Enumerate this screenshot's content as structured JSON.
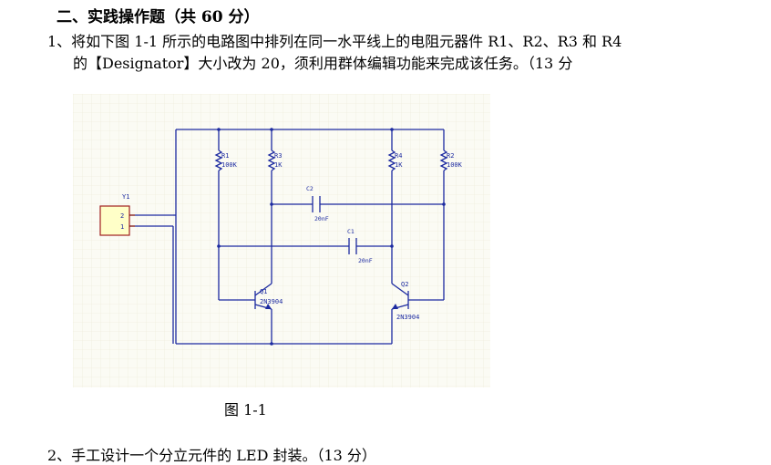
{
  "section_title": "二、实践操作题（共 60 分）",
  "q1_line1": "1、将如下图 1-1 所示的电路图中排列在同一水平线上的电阻元器件  R1、R2、R3  和  R4",
  "q1_line2": "的【Designator】大小改为 20，须利用群体编辑功能来完成该任务。（13 分",
  "figure_caption": "图 1-1",
  "q2_line": "2、手工设计一个分立元件的 LED 封装。（13 分）",
  "schematic": {
    "r1": {
      "designator": "R1",
      "value": "100K"
    },
    "r3": {
      "designator": "R3",
      "value": "1K"
    },
    "r4": {
      "designator": "R4",
      "value": "1K"
    },
    "r2": {
      "designator": "R2",
      "value": "100K"
    },
    "c2": {
      "designator": "C2",
      "value": "20nF"
    },
    "c1": {
      "designator": "C1",
      "value": "20nF"
    },
    "q1": {
      "designator": "Q1",
      "value": "2N3904"
    },
    "q2": {
      "designator": "Q2",
      "value": "2N3904"
    },
    "y1": {
      "designator": "Y1",
      "pin_top": "2",
      "pin_bottom": "1"
    },
    "colors": {
      "wire": "#1c2aa0",
      "component_fill": "#ffffc8",
      "grid_bg": "#fbfbf4"
    }
  }
}
